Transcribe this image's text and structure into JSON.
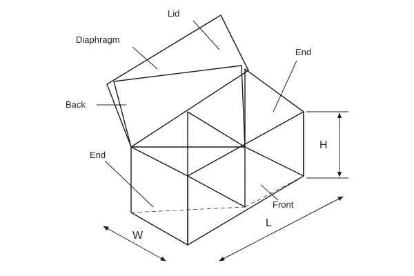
{
  "diagram": {
    "labels": {
      "lid": "Lid",
      "diaphragm": "Diaphragm",
      "end_right": "End",
      "back": "Back",
      "end_left": "End",
      "front": "Front"
    },
    "dimensions": {
      "height": "H",
      "length": "L",
      "width": "W"
    }
  }
}
